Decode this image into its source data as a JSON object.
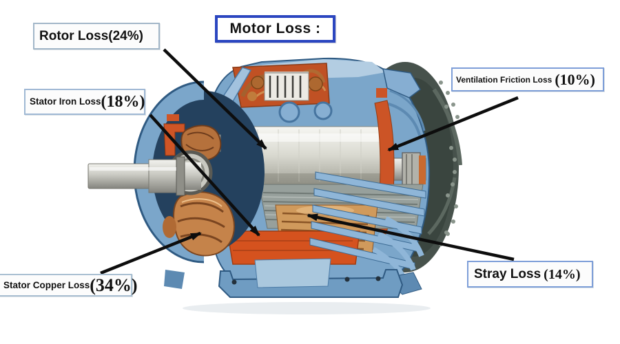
{
  "figure": {
    "type": "labeled-diagram",
    "subject": "electric-motor-cutaway-illustration"
  },
  "title": {
    "label": "Motor Loss :"
  },
  "labels": {
    "rotor": {
      "name": "Rotor Loss",
      "pct": "(24%)",
      "percent": 24
    },
    "stator_iron": {
      "name": "Stator Iron Loss",
      "pct": "(18%)",
      "percent": 18
    },
    "ventilation": {
      "name": "Ventilation Friction Loss",
      "pct": "(10%)",
      "percent": 10
    },
    "stray": {
      "name": "Stray Loss",
      "pct": "(14%)",
      "percent": 14
    },
    "stator_copper": {
      "name": "Stator Copper Loss",
      "pct": "(34%)",
      "percent": 34
    }
  },
  "colors": {
    "housing": "#7ba6ca",
    "housing_light": "#aac8de",
    "housing_dark": "#3c6b94",
    "cut_orange": "#cf5526",
    "winding_orange": "#d5521e",
    "copper": "#c5834a",
    "copper_tan": "#d09a5c",
    "rotor_gray": "#d9d9d0",
    "shaft_gray": "#c9c9c2",
    "fan_dark": "#47524c",
    "arrow": "#0d0d0d",
    "title_border": "#2b46c0",
    "label_border": "#7d9ed8"
  }
}
